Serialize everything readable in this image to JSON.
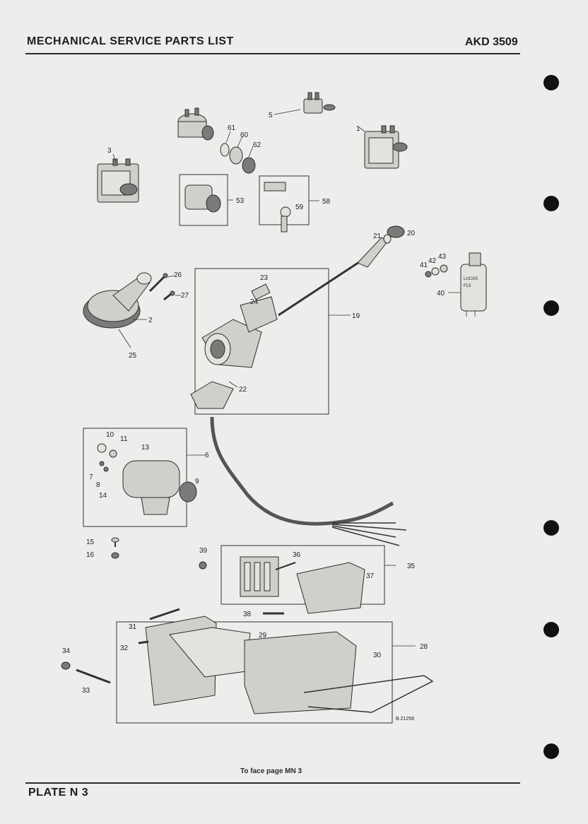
{
  "header": {
    "title": "MECHANICAL SERVICE PARTS LIST",
    "code": "AKD 3509"
  },
  "footer": {
    "plate": "PLATE N 3",
    "face_note": "To face page MN 3"
  },
  "drawing_ref": "B.21258",
  "callouts": [
    "1",
    "2",
    "3",
    "5",
    "6",
    "7",
    "8",
    "9",
    "10",
    "11",
    "13",
    "14",
    "15",
    "16",
    "19",
    "20",
    "21",
    "22",
    "23",
    "24",
    "25",
    "26",
    "27",
    "28",
    "29",
    "30",
    "31",
    "32",
    "33",
    "34",
    "35",
    "36",
    "37",
    "38",
    "39",
    "40",
    "41",
    "42",
    "43",
    "53",
    "58",
    "59",
    "60",
    "61",
    "62"
  ],
  "components": {
    "flasher_unit": {
      "label_text": [
        "LUCAS",
        "FL5"
      ]
    }
  }
}
